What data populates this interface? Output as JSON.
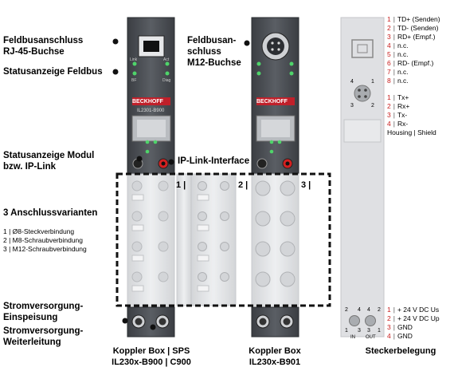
{
  "labels": {
    "feldbus_rj45_l1": "Feldbusanschluss",
    "feldbus_rj45_l2": "RJ-45-Buchse",
    "status_feldbus": "Statusanzeige Feldbus",
    "feldbus_m12_l1": "Feldbusan-",
    "feldbus_m12_l2": "schluss",
    "feldbus_m12_l3": "M12-Buchse",
    "status_modul_l1": "Statusanzeige Modul",
    "status_modul_l2": "bzw. IP-Link",
    "ip_link": "IP-Link-Interface",
    "anschluss_title": "3 Anschlussvarianten",
    "variant1": "1 | Ø8-Steckverbindung",
    "variant2": "2 | M8-Schraubverbindung",
    "variant3": "3 | M12-Schraubverbindung",
    "strom_ein_l1": "Stromversorgung-",
    "strom_ein_l2": "Einspeisung",
    "strom_weiter_l1": "Stromversorgung-",
    "strom_weiter_l2": "Weiterleitung",
    "marker1": "1 |",
    "marker2": "2 |",
    "marker3": "3 |"
  },
  "captions": {
    "box_sps_l1": "Koppler Box | SPS",
    "box_sps_l2": "IL230x-B900 | C900",
    "box_b901_l1": "Koppler Box",
    "box_b901_l2": "IL230x-B901",
    "stecker": "Steckerbelegung"
  },
  "module_text": {
    "brand": "BECKHOFF",
    "model": "IL2301-B900",
    "led_link": "Link",
    "led_act": "Act",
    "led_bf": "BF",
    "led_diag": "Diag",
    "pow_in": "IN",
    "pow_out": "OUT"
  },
  "rj45_pins": [
    {
      "num": "1",
      "sep": "|",
      "text": "TD+ (Senden)"
    },
    {
      "num": "2",
      "sep": "|",
      "text": "TD- (Senden)"
    },
    {
      "num": "3",
      "sep": "|",
      "text": "RD+ (Empf.)"
    },
    {
      "num": "4",
      "sep": "|",
      "text": "n.c."
    },
    {
      "num": "5",
      "sep": "|",
      "text": "n.c."
    },
    {
      "num": "6",
      "sep": "|",
      "text": "RD- (Empf.)"
    },
    {
      "num": "7",
      "sep": "|",
      "text": "n.c."
    },
    {
      "num": "8",
      "sep": "|",
      "text": "n.c."
    }
  ],
  "m12_pins": [
    {
      "num": "1",
      "sep": "|",
      "text": "Tx+"
    },
    {
      "num": "2",
      "sep": "|",
      "text": "Rx+"
    },
    {
      "num": "3",
      "sep": "|",
      "text": "Tx-"
    },
    {
      "num": "4",
      "sep": "|",
      "text": "Rx-"
    }
  ],
  "housing_shield": "Housing | Shield",
  "power_pins": [
    {
      "num": "1",
      "sep": "|",
      "text": "+ 24 V DC Us"
    },
    {
      "num": "2",
      "sep": "|",
      "text": "+ 24 V DC Up"
    },
    {
      "num": "3",
      "sep": "|",
      "text": "GND"
    },
    {
      "num": "4",
      "sep": "|",
      "text": "GND"
    }
  ],
  "pin_diagram_labels": {
    "m12_1": "1",
    "m12_2": "2",
    "m12_3": "3",
    "m12_4": "4",
    "pow_in_2": "2",
    "pow_in_4": "4",
    "pow_in_1": "1",
    "pow_in_3": "3",
    "pow_out_4": "4",
    "pow_out_2": "2",
    "pow_out_3": "3",
    "pow_out_1": "1",
    "pow_in": "IN",
    "pow_out": "OUT"
  },
  "colors": {
    "pin_number": "#c81e1e",
    "module_body": "#4a4d52",
    "led": "#4fd46a",
    "ip_link_red": "#d42020",
    "light_panel": "#dfe0e3"
  }
}
